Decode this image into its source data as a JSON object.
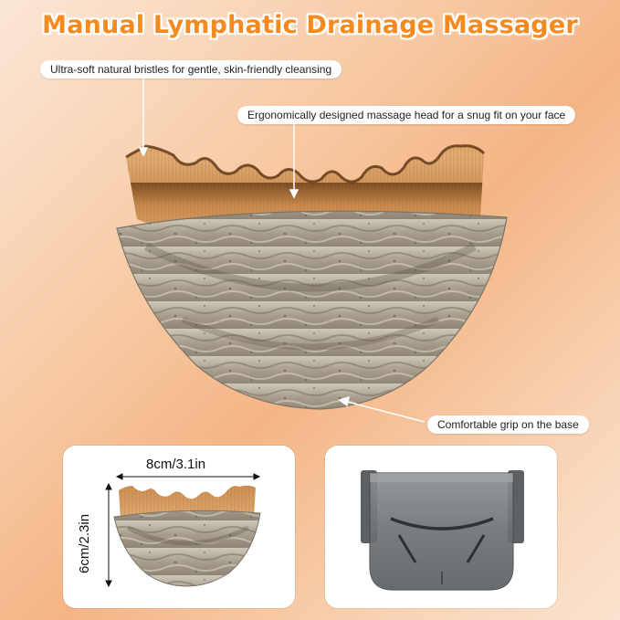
{
  "title": "Manual Lymphatic Drainage Massager",
  "callouts": {
    "bristles": "Ultra-soft natural bristles for gentle, skin-friendly cleansing",
    "head": "Ergonomically designed massage head for a snug fit on your face",
    "grip": "Comfortable grip on the base"
  },
  "dimensions": {
    "width": "8cm/3.1in",
    "height": "6cm/2.3in"
  },
  "colors": {
    "title": "#f58a1f",
    "background": "#f4b585",
    "bristle": "#c9884c",
    "base": "#b9b0a0"
  }
}
